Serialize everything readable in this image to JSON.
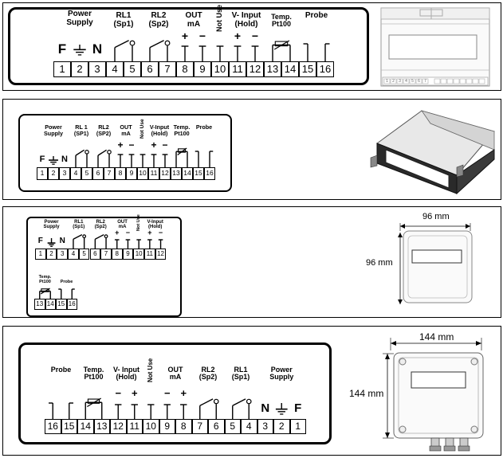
{
  "labels": {
    "power_supply": "Power\nSupply",
    "rl1": "RL1\n(Sp1)",
    "rl2": "RL2\n(Sp2)",
    "rl1_s": "RL 1\n(SP1)",
    "rl2_s": "RL2\n(SP2)",
    "rl1_c": "RL1\n(Sp1)",
    "rl2_c": "RL2\n(Sp2)",
    "out_ma": "OUT\nmA",
    "not_use": "Not Use",
    "v_input": "V- Input\n(Hold)",
    "v_input_s": "V-Input\n(Hold)",
    "temp": "Temp.\nPt100",
    "probe": "Probe",
    "F": "F",
    "N": "N",
    "plus": "+",
    "minus": "−"
  },
  "terminals_1_16": [
    "1",
    "2",
    "3",
    "4",
    "5",
    "6",
    "7",
    "8",
    "9",
    "10",
    "11",
    "12",
    "13",
    "14",
    "15",
    "16"
  ],
  "terminals_1_12": [
    "1",
    "2",
    "3",
    "4",
    "5",
    "6",
    "7",
    "8",
    "9",
    "10",
    "11",
    "12"
  ],
  "terminals_13_16": [
    "13",
    "14",
    "15",
    "16"
  ],
  "terminals_rev": [
    "16",
    "15",
    "14",
    "13",
    "12",
    "11",
    "10",
    "9",
    "8",
    "7",
    "6",
    "5",
    "4",
    "3",
    "2",
    "1"
  ],
  "device_strip_labels": [
    "1",
    "2",
    "3",
    "4",
    "5",
    "6",
    "7"
  ],
  "dimensions": {
    "p3_width": "96 mm",
    "p3_height": "96 mm",
    "p4_width": "144 mm",
    "p4_height": "144 mm"
  }
}
